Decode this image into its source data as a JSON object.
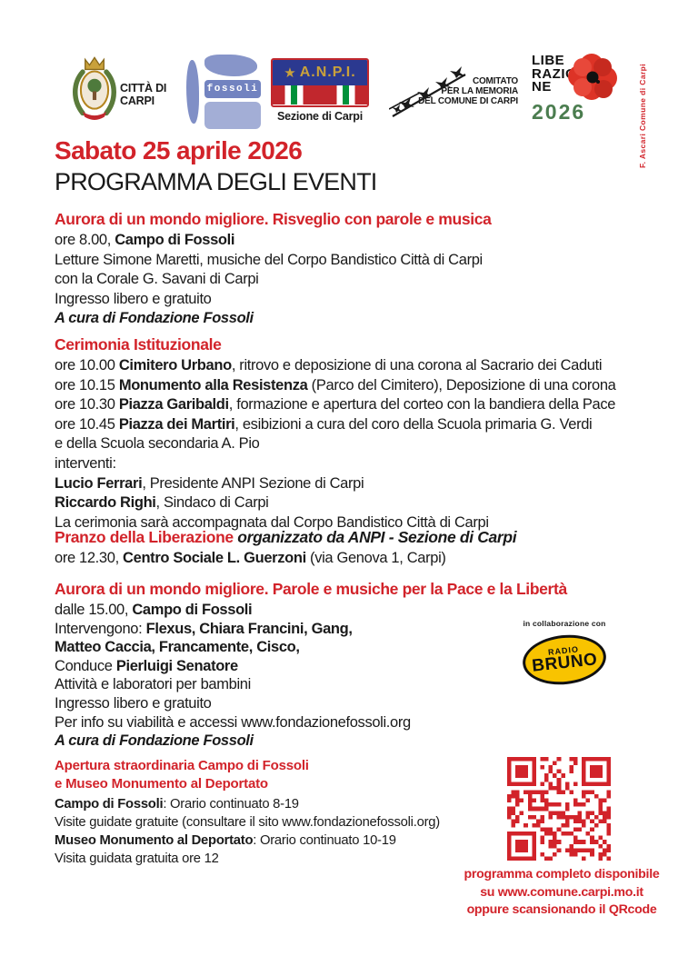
{
  "colors": {
    "red": "#d2232a",
    "black": "#1a1a1a",
    "fossoli_blue": "#7283c0",
    "anpi_blue": "#2b3990",
    "anpi_gold": "#c9a13b",
    "green_2026": "#4b7d4f",
    "radio_yellow": "#f8c300"
  },
  "credit_vertical": "F. Ascari Comune di Carpi",
  "logos": {
    "carpi": {
      "lines": [
        "CITTÀ DI",
        "CARPI"
      ]
    },
    "fossoli": {
      "label": "fossoli"
    },
    "anpi": {
      "star": "★",
      "name": "A.N.P.I.",
      "section": "Sezione di Carpi"
    },
    "comitato": {
      "lines": [
        "COMITATO",
        "PER LA MEMORIA",
        "DEL COMUNE DI CARPI"
      ]
    },
    "liberazione": {
      "lines": [
        "LIBE",
        "RAZIO",
        "NE"
      ],
      "year": "2026"
    }
  },
  "header": {
    "date": "Sabato 25 aprile 2026",
    "title": "PROGRAMMA DEGLI EVENTI"
  },
  "sections": [
    {
      "heading": [
        "Aurora di un mondo migliore. Risveglio con parole e musica"
      ],
      "lines": [
        [
          {
            "t": "ore 8.00, "
          },
          {
            "t": "Campo di Fossoli",
            "b": true
          }
        ],
        [
          "Letture Simone Maretti, musiche del Corpo Bandistico Città di Carpi"
        ],
        [
          "con la Corale G. Savani di Carpi"
        ],
        [
          "Ingresso libero e gratuito"
        ],
        [
          {
            "t": "A cura di Fondazione Fossoli",
            "b": true,
            "i": true
          }
        ]
      ]
    },
    {
      "heading": [
        "Cerimonia Istituzionale"
      ],
      "lines": [
        [
          {
            "t": "ore 10.00 "
          },
          {
            "t": "Cimitero Urbano",
            "b": true
          },
          {
            "t": ", ritrovo e deposizione di una corona al Sacrario dei Caduti"
          }
        ],
        [
          {
            "t": "ore 10.15 "
          },
          {
            "t": "Monumento alla Resistenza",
            "b": true
          },
          {
            "t": " (Parco del Cimitero), Deposizione di una corona"
          }
        ],
        [
          {
            "t": "ore 10.30 "
          },
          {
            "t": "Piazza Garibaldi",
            "b": true
          },
          {
            "t": ", formazione e apertura del corteo con la bandiera della Pace"
          }
        ],
        [
          {
            "t": "ore 10.45 "
          },
          {
            "t": "Piazza dei Martiri",
            "b": true
          },
          {
            "t": ", esibizioni a cura del coro della Scuola primaria G. Verdi"
          }
        ],
        [
          "e della Scuola secondaria A. Pio"
        ],
        [
          "interventi:"
        ],
        [
          {
            "t": "Lucio Ferrari",
            "b": true
          },
          {
            "t": ", Presidente ANPI Sezione di Carpi"
          }
        ],
        [
          {
            "t": "Riccardo Righi",
            "b": true
          },
          {
            "t": ", Sindaco di Carpi"
          }
        ],
        [
          "La cerimonia sarà accompagnata dal Corpo Bandistico Città di Carpi"
        ]
      ]
    },
    {
      "heading": [
        [
          {
            "t": "Pranzo della Liberazione"
          },
          {
            "t": " organizzato da ANPI - Sezione di Carpi",
            "i": true,
            "c": "black"
          }
        ]
      ],
      "lines": [
        [
          {
            "t": "ore 12.30, "
          },
          {
            "t": "Centro Sociale L. Guerzoni",
            "b": true
          },
          {
            "t": " (via Genova 1, Carpi)"
          }
        ]
      ]
    },
    {
      "heading": [
        "Aurora di un mondo migliore. Parole e musiche per la Pace e la Libertà"
      ],
      "lines": [
        [
          {
            "t": "dalle 15.00, "
          },
          {
            "t": "Campo di Fossoli",
            "b": true
          }
        ],
        [
          {
            "t": "Intervengono: "
          },
          {
            "t": "Flexus, Chiara Francini, Gang,",
            "b": true
          }
        ],
        [
          {
            "t": "Matteo Caccia, Francamente, Cisco,",
            "b": true
          }
        ],
        [
          {
            "t": "Conduce "
          },
          {
            "t": "Pierluigi Senatore",
            "b": true
          }
        ],
        [
          "Attività e laboratori per bambini"
        ],
        [
          "Ingresso libero e gratuito"
        ],
        [
          "Per info su viabilità e accessi www.fondazionefossoli.org"
        ],
        [
          {
            "t": "A cura di Fondazione Fossoli",
            "b": true,
            "i": true
          }
        ]
      ]
    },
    {
      "heading": [
        "Apertura straordinaria Campo di Fossoli",
        "e Museo Monumento al Deportato"
      ],
      "lines": [
        [
          {
            "t": "Campo di Fossoli",
            "b": true
          },
          {
            "t": ": Orario continuato 8-19"
          }
        ],
        [
          "Visite guidate gratuite (consultare il sito www.fondazionefossoli.org)"
        ],
        [
          {
            "t": "Museo Monumento al Deportato",
            "b": true
          },
          {
            "t": ": Orario continuato 10-19"
          }
        ],
        [
          "Visita guidata gratuita ore 12"
        ]
      ]
    }
  ],
  "collab": {
    "label": "in collaborazione con",
    "radio_top": "RADIO",
    "radio_bottom": "BRUNO"
  },
  "qr_caption": [
    "programma completo disponibile",
    "su www.comune.carpi.mo.it",
    "oppure scansionando il QRcode"
  ]
}
